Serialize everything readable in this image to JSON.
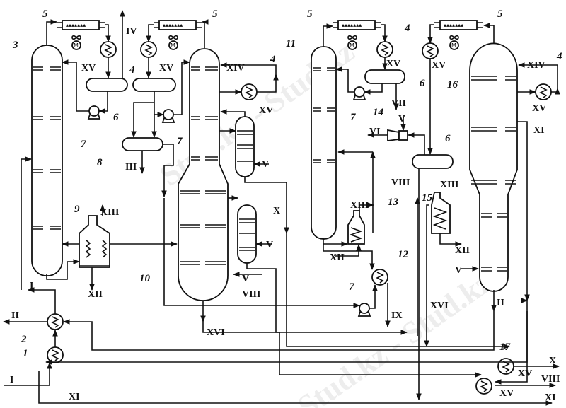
{
  "title": "Process flow diagram",
  "watermark": [
    "Stud.kz - Stud.kz",
    "Stud.kz - Stud.kz"
  ],
  "units": [
    "5",
    "5",
    "5",
    "5",
    "3",
    "4",
    "6",
    "7",
    "7",
    "8",
    "4",
    "9",
    "10",
    "11",
    "4",
    "6",
    "7",
    "14",
    "6",
    "13",
    "12",
    "7",
    "15",
    "16",
    "4",
    "2",
    "1",
    "17"
  ],
  "streams": [
    "IV",
    "XV",
    "XV",
    "III",
    "XIV",
    "XV",
    "V",
    "XIII",
    "XII",
    "X",
    "V",
    "V",
    "VIII",
    "XVI",
    "XV",
    "XV",
    "VII",
    "VI",
    "V",
    "VIII",
    "XIII",
    "XII",
    "XIII",
    "XII",
    "IX",
    "XIV",
    "XV",
    "XI",
    "V",
    "II",
    "XVI",
    "I",
    "II",
    "I",
    "XI",
    "X",
    "XV",
    "VIII",
    "XV",
    "XI"
  ],
  "colors": {
    "line": "#111111",
    "background": "#ffffff"
  }
}
